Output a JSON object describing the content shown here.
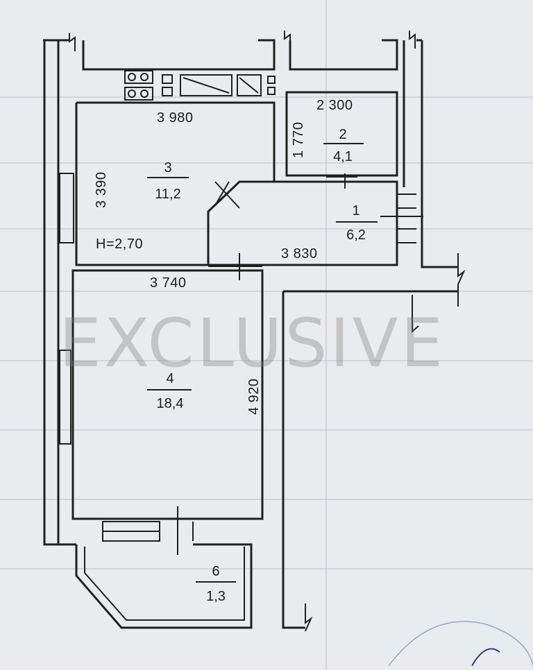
{
  "watermark": "EXCLUSIVE",
  "rooms": [
    {
      "number": "1",
      "area": "6,2"
    },
    {
      "number": "2",
      "area": "4,1"
    },
    {
      "number": "3",
      "area": "11,2"
    },
    {
      "number": "4",
      "area": "18,4"
    },
    {
      "number": "6",
      "area": "1,3"
    }
  ],
  "ceiling_height": "H=2,70",
  "dimensions": {
    "room3_width": "3 980",
    "room3_height": "3 390",
    "room2_width": "2 300",
    "room2_height": "1 770",
    "room1_width": "3 830",
    "room4_width": "3 740",
    "room4_height": "4 920"
  },
  "colors": {
    "background": "#e9ecee",
    "lines": "#1f1f1f"
  }
}
